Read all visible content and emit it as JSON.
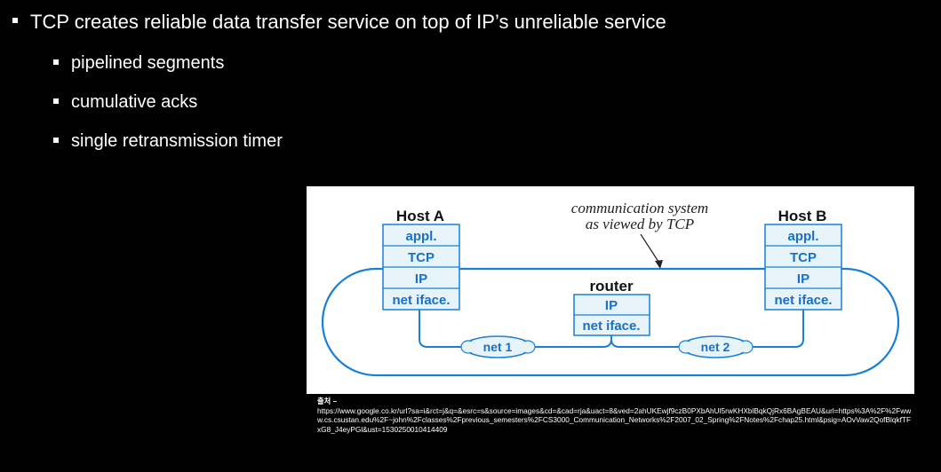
{
  "bullets": {
    "main": "TCP creates reliable data transfer service on top of IP’s unreliable service",
    "sub": [
      "pipelined segments",
      "cumulative acks",
      "single retransmission timer"
    ]
  },
  "diagram": {
    "caption_line1": "communication system",
    "caption_line2": "as viewed by TCP",
    "host_a": {
      "title": "Host A",
      "layers": [
        "appl.",
        "TCP",
        "IP",
        "net iface."
      ]
    },
    "host_b": {
      "title": "Host B",
      "layers": [
        "appl.",
        "TCP",
        "IP",
        "net iface."
      ]
    },
    "router": {
      "title": "router",
      "layers": [
        "IP",
        "net iface."
      ]
    },
    "net1": "net 1",
    "net2": "net 2",
    "colors": {
      "line": "#1a7fd6",
      "layer_fill": "#e6f4fa",
      "layer_text": "#1a6fc4"
    }
  },
  "source": {
    "label": "출처 –",
    "url": "https://www.google.co.kr/url?sa=i&rct=j&q=&esrc=s&source=images&cd=&cad=rja&uact=8&ved=2ahUKEwjf9czB0PXbAhUl5rwKHXblBqkQjRx6BAgBEAU&url=https%3A%2F%2Fwww.cs.csustan.edu%2F~john%2Fclasses%2Fprevious_semesters%2FCS3000_Communication_Networks%2F2007_02_Spring%2FNotes%2Fchap25.html&psig=AOvVaw2QofBlqkfTFxG8_J4eyPGl&ust=1530250010414409"
  }
}
